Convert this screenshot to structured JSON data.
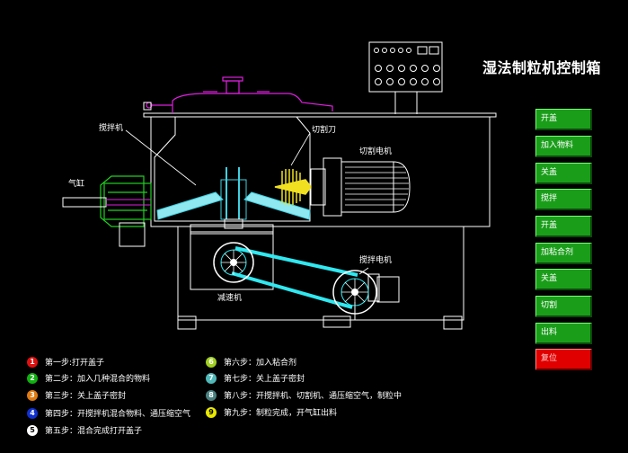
{
  "title": "湿法制粒机控制箱",
  "labels": {
    "stirrer": "搅拌机",
    "cutter": "切割刀",
    "cutter_motor": "切割电机",
    "cylinder": "气缸",
    "stirrer_motor": "搅拌电机",
    "reducer": "减速机"
  },
  "buttons": [
    {
      "label": "开盖",
      "color": "#1a9e1a"
    },
    {
      "label": "加入物料",
      "color": "#1a9e1a"
    },
    {
      "label": "关盖",
      "color": "#1a9e1a"
    },
    {
      "label": "搅拌",
      "color": "#1a9e1a"
    },
    {
      "label": "开盖",
      "color": "#1a9e1a"
    },
    {
      "label": "加粘合剂",
      "color": "#1a9e1a"
    },
    {
      "label": "关盖",
      "color": "#1a9e1a"
    },
    {
      "label": "切割",
      "color": "#1a9e1a"
    },
    {
      "label": "出料",
      "color": "#1a9e1a"
    },
    {
      "label": "复位",
      "color": "#e00000"
    }
  ],
  "steps": [
    {
      "num": "1",
      "color": "#e01010",
      "text": "第一步:打开盖子"
    },
    {
      "num": "2",
      "color": "#10b010",
      "text": "第二步：加入几种混合的物料"
    },
    {
      "num": "3",
      "color": "#e07a10",
      "text": "第三步：关上盖子密封"
    },
    {
      "num": "4",
      "color": "#1030d0",
      "text": "第四步：开搅拌机混合物料、通压缩空气"
    },
    {
      "num": "5",
      "color": "#ffffff",
      "text": "第五步：混合完成打开盖子"
    },
    {
      "num": "6",
      "color": "#a0d020",
      "text": "第六步：加入粘合剂"
    },
    {
      "num": "7",
      "color": "#50b8b8",
      "text": "第七步：关上盖子密封"
    },
    {
      "num": "8",
      "color": "#4a8080",
      "text": "第八步：开搅拌机、切割机、通压缩空气，制粒中"
    },
    {
      "num": "9",
      "color": "#e8e800",
      "text": "第九步：制粒完成，开气缸出料"
    }
  ]
}
